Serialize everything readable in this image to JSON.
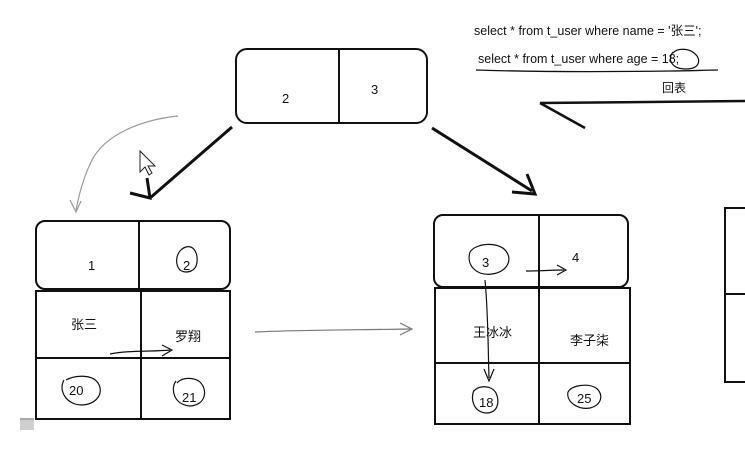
{
  "sql": {
    "query_name": "select * from t_user where name = '张三';",
    "query_age": "select * from t_user where age = 18;",
    "annotation": "回表"
  },
  "root": {
    "keys": [
      "2",
      "3"
    ]
  },
  "left_leaf": {
    "keys": [
      "1",
      "2"
    ],
    "names": [
      "张三",
      "罗翔"
    ],
    "ages": [
      "20",
      "21"
    ]
  },
  "right_leaf": {
    "keys": [
      "3",
      "4"
    ],
    "names": [
      "王冰冰",
      "李子柒"
    ],
    "ages": [
      "18",
      "25"
    ]
  }
}
